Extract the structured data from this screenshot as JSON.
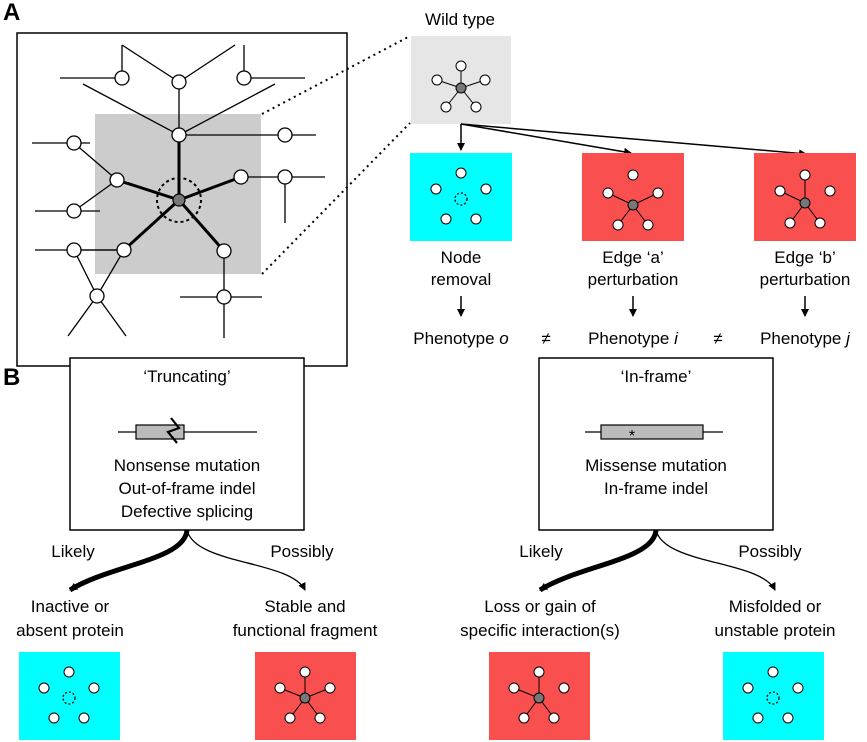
{
  "panel_a": {
    "letter": "A",
    "wild_type": "Wild type",
    "outcomes": [
      {
        "line1": "Node",
        "line2": "removal",
        "phenotype_prefix": "Phenotype ",
        "phenotype_var": "o",
        "color": "#00ffff"
      },
      {
        "line1": "Edge ‘a’",
        "line2": "perturbation",
        "phenotype_prefix": "Phenotype ",
        "phenotype_var": "i",
        "color": "#fa4f4f"
      },
      {
        "line1": "Edge ‘b’",
        "line2": "perturbation",
        "phenotype_prefix": "Phenotype ",
        "phenotype_var": "j",
        "color": "#fa4f4f"
      }
    ],
    "neq": "≠"
  },
  "panel_b": {
    "letter": "B",
    "boxes": [
      {
        "title": "‘Truncating’",
        "lines": [
          "Nonsense mutation",
          "Out-of-frame indel",
          "Defective splicing"
        ],
        "likely": "Likely",
        "possibly": "Possibly",
        "outcome_left": [
          "Inactive or",
          "absent protein"
        ],
        "outcome_right": [
          "Stable and",
          "functional fragment"
        ]
      },
      {
        "title": "‘In-frame’",
        "lines": [
          "Missense mutation",
          "In-frame indel"
        ],
        "likely": "Likely",
        "possibly": "Possibly",
        "outcome_left": [
          "Loss or gain of",
          "specific interaction(s)"
        ],
        "outcome_right": [
          "Misfolded or",
          "unstable protein"
        ]
      }
    ],
    "marker": "*"
  },
  "colors": {
    "cyan": "#00ffff",
    "red": "#fa4f4f",
    "gray_bg": "#cccccc",
    "wild_bg": "#e6e6e6",
    "hub": "#777777"
  }
}
